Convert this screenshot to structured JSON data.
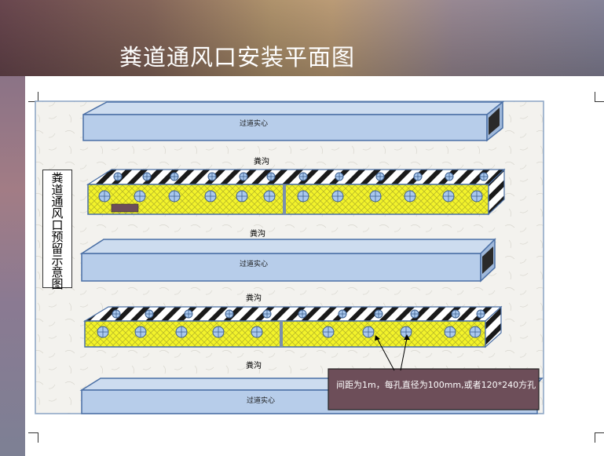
{
  "slide": {
    "title": "粪道通风口安装平面图"
  },
  "diagram": {
    "side_label": "粪道通风口预留示意图",
    "aisles": [
      {
        "label": "过道实心"
      },
      {
        "label": "过道实心"
      },
      {
        "label": "过道实心"
      }
    ],
    "channels": [
      {
        "label": "粪沟"
      },
      {
        "label": "粪沟"
      },
      {
        "label": "粪沟"
      },
      {
        "label": "粪沟"
      }
    ],
    "callout": {
      "text": "间距为1m，每孔直径为100mm,或者120*240方孔"
    },
    "colors": {
      "slab_fill": "#b7cdea",
      "slab_stroke": "#4a6fa5",
      "grate_fill": "#f3f32a",
      "hole_fill": "#a9c8ee",
      "callout_fill": "#6d4e59",
      "ground": "#f2f1ec"
    }
  }
}
